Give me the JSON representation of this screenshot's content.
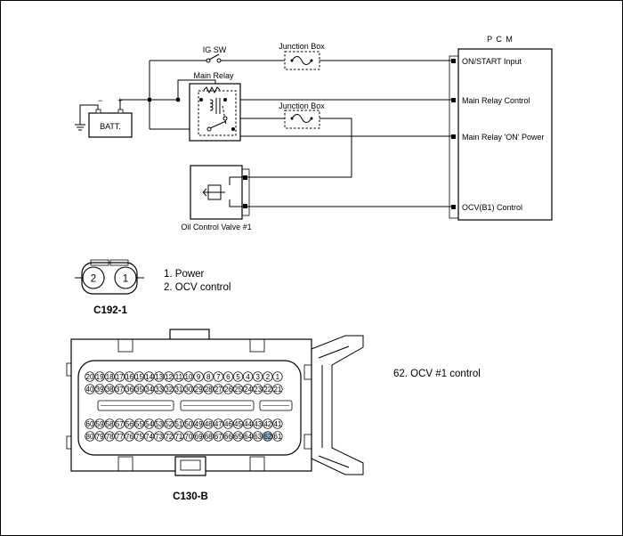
{
  "wiring": {
    "pcm_title": "P C M",
    "ig_sw": "IG SW",
    "junction_box_1": "Junction Box",
    "junction_box_2": "Junction Box",
    "main_relay": "Main Relay",
    "battery": "BATT.",
    "ocv_component": "Oil Control Valve #1",
    "pcm_pins": [
      "ON/START Input",
      "Main Relay Control",
      "Main Relay 'ON' Power",
      "OCV(B1) Control"
    ]
  },
  "connector_c192": {
    "name": "C192-1",
    "pins": [
      "2",
      "1"
    ],
    "legend": [
      "1. Power",
      "2. OCV control"
    ]
  },
  "connector_c130": {
    "name": "C130-B",
    "rows": [
      [
        "20",
        "19",
        "18",
        "17",
        "16",
        "15",
        "14",
        "13",
        "12",
        "11",
        "10",
        "9",
        "8",
        "7",
        "6",
        "5",
        "4",
        "3",
        "2",
        "1"
      ],
      [
        "40",
        "39",
        "38",
        "37",
        "36",
        "35",
        "34",
        "33",
        "32",
        "31",
        "30",
        "29",
        "28",
        "27",
        "26",
        "25",
        "24",
        "23",
        "22",
        "21"
      ],
      [
        "60",
        "59",
        "58",
        "57",
        "56",
        "55",
        "54",
        "53",
        "52",
        "51",
        "50",
        "49",
        "48",
        "47",
        "46",
        "45",
        "44",
        "43",
        "42",
        "41"
      ],
      [
        "80",
        "79",
        "78",
        "77",
        "76",
        "75",
        "74",
        "73",
        "72",
        "71",
        "70",
        "69",
        "68",
        "67",
        "66",
        "65",
        "64",
        "63",
        "62",
        "61"
      ]
    ],
    "highlighted_pin": "62",
    "highlight_color": "#8fb9d6",
    "legend": "62. OCV #1 control"
  }
}
